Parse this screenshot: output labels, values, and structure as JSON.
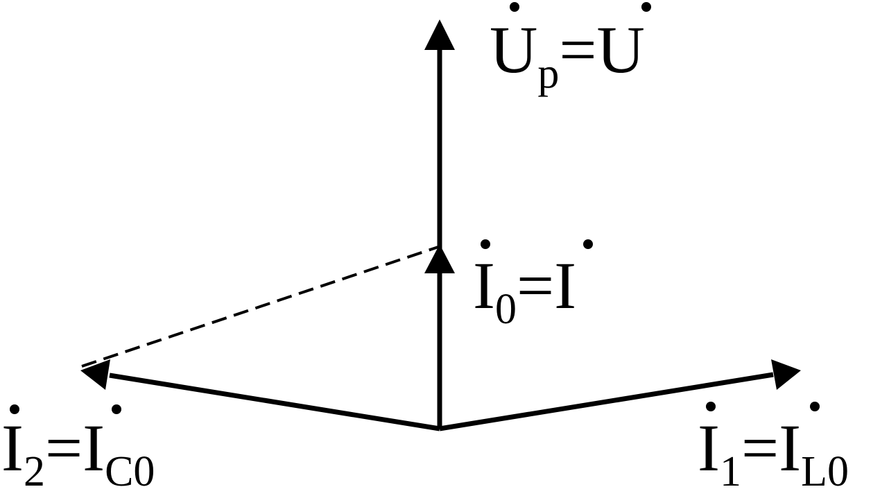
{
  "diagram": {
    "stroke_color": "#000000",
    "background": "#ffffff",
    "labels": {
      "voltage": {
        "base": "U",
        "sub": "p",
        "equals": "=",
        "rhs_base": "U",
        "rhs_sub": ""
      },
      "i0": {
        "base": "I",
        "sub": "0",
        "equals": "=",
        "rhs_base": "I",
        "rhs_sub": ""
      },
      "i1": {
        "base": "I",
        "sub": "1",
        "equals": "=",
        "rhs_base": "I",
        "rhs_sub": "L0"
      },
      "i2": {
        "base": "I",
        "sub": "2",
        "equals": "=",
        "rhs_base": "I",
        "rhs_sub": "C0"
      }
    }
  }
}
